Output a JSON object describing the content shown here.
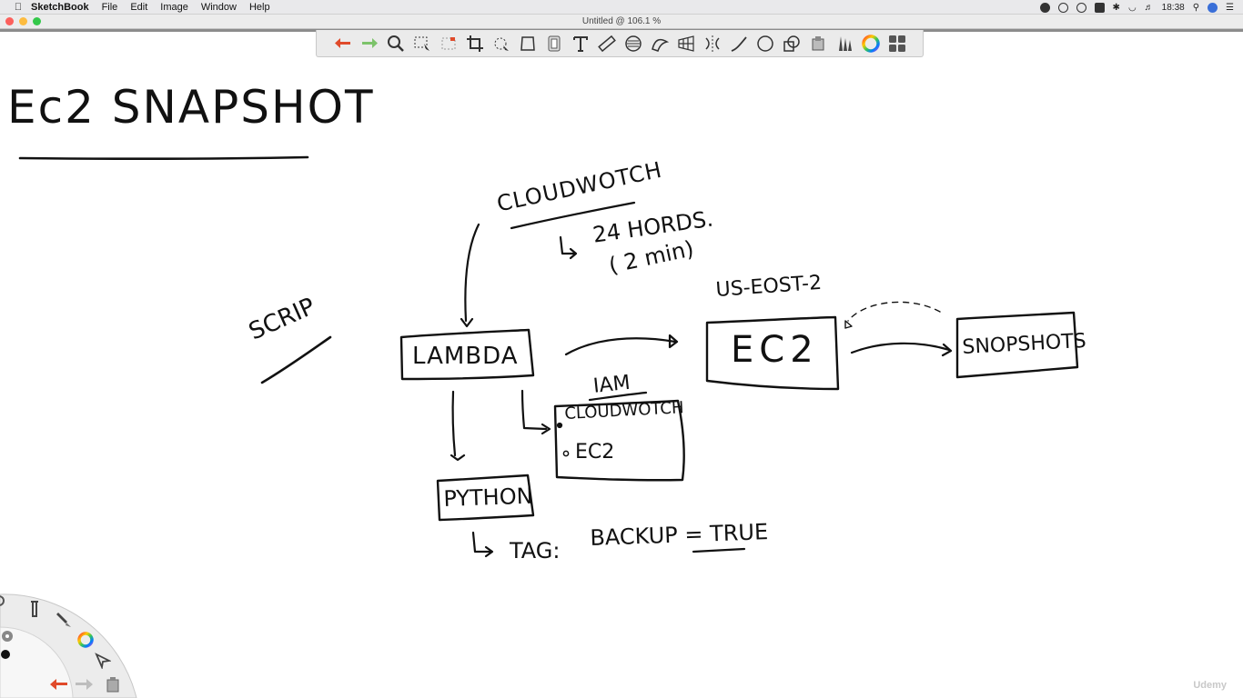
{
  "menubar": {
    "app_name": "SketchBook",
    "menus": [
      "File",
      "Edit",
      "Image",
      "Window",
      "Help"
    ],
    "clock": "18:38"
  },
  "window": {
    "title": "Untitled @ 106.1 %"
  },
  "toolbar": {
    "tools": [
      "undo",
      "redo",
      "zoom",
      "select",
      "lasso-select",
      "crop",
      "distort",
      "transform",
      "layer-copy",
      "text",
      "ruler",
      "ellipse",
      "french-curve",
      "perspective",
      "symmetry",
      "line",
      "oval",
      "shapes",
      "copic",
      "brush-library",
      "color-wheel",
      "brush-palette"
    ]
  },
  "drawing": {
    "title": "Ec2 SNAPSHOT",
    "script_label": "SCRIP",
    "cloudwatch": "CLOUDWOTCH",
    "schedule_line1": "24 HORDS.",
    "schedule_line2": "( 2 min)",
    "region": "US-EOST-2",
    "lambda_box": "LAMBDA",
    "ec2_box": "EC2",
    "snapshots_box": "SNOPSHOTS",
    "iam_label": "IAM",
    "iam_item1": "CLOUDWOTCH",
    "iam_item2": "EC2",
    "python_box": "PYTHON",
    "tag_line": "TAG:",
    "tag_value": "BACKUP = TRUE"
  },
  "watermark": "Udemy",
  "colors": {
    "ink": "#111111",
    "undo_red": "#e04a2a",
    "redo_green": "#5cb85c",
    "menubar_bg": "#e9e9eb"
  }
}
